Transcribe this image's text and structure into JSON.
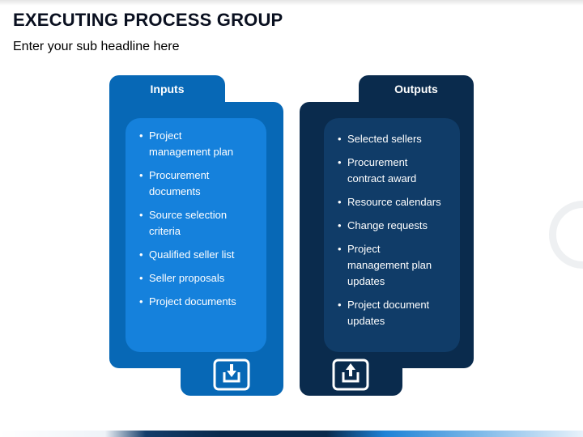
{
  "slide": {
    "title": "EXECUTING PROCESS GROUP",
    "subtitle": "Enter your sub headline here"
  },
  "inputs": {
    "header": "Inputs",
    "items": [
      "Project management plan",
      "Procurement documents",
      "Source selection criteria",
      "Qualified seller list",
      "Seller proposals",
      "Project documents"
    ],
    "icon": "download-tray-icon"
  },
  "outputs": {
    "header": "Outputs",
    "items": [
      "Selected sellers",
      "Procurement contract award",
      "Resource calendars",
      "Change requests",
      "Project management plan updates",
      "Project document updates"
    ],
    "icon": "upload-tray-icon"
  },
  "colors": {
    "title_text": "#0A1020",
    "inputs_outer": "#0768B6",
    "inputs_inner": "#1581DC",
    "outputs_outer": "#0A2B4D",
    "outputs_inner": "#103C68",
    "card_text": "#FFFFFF",
    "footer_navy": "#0A2A4C",
    "footer_blue": "#1E82D6"
  }
}
